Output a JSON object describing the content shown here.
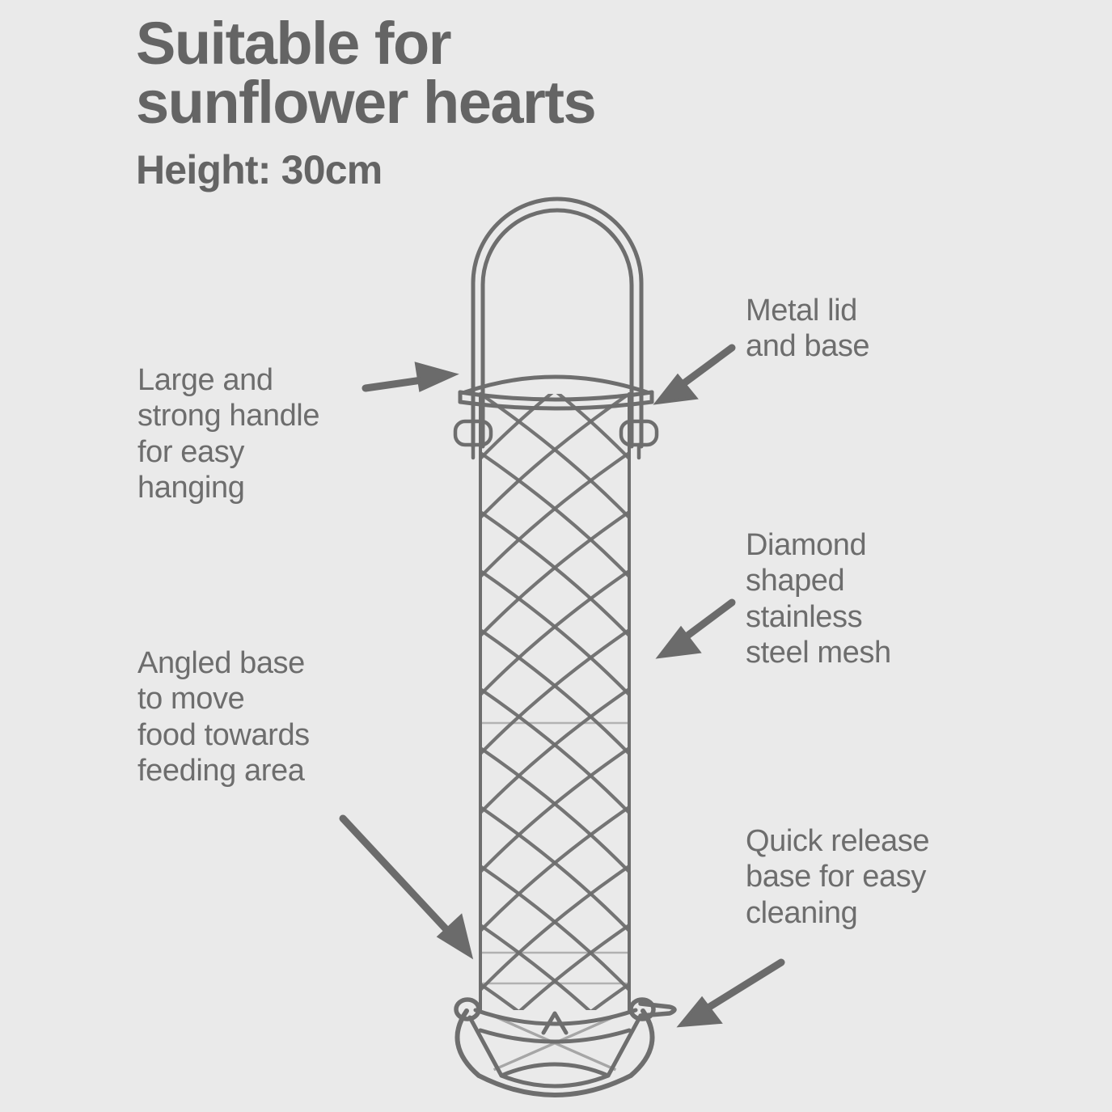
{
  "background_color": "#eaeaea",
  "text_color": "#646464",
  "line_color": "#6e6e6e",
  "arrow_color": "#6b6b6b",
  "heading": {
    "title": "Suitable for\nsunflower hearts",
    "subtitle": "Height: 30cm"
  },
  "callouts": [
    {
      "id": "handle",
      "text": "Large and\nstrong handle\nfor easy\nhanging",
      "side": "left",
      "points_to": "handle"
    },
    {
      "id": "angled-base",
      "text": "Angled base\nto move\nfood towards\nfeeding area",
      "side": "left",
      "points_to": "angled-base"
    },
    {
      "id": "metal-lid",
      "text": "Metal lid\nand base",
      "side": "right",
      "points_to": "lid"
    },
    {
      "id": "mesh",
      "text": "Diamond\nshaped\nstainless\nsteel mesh",
      "side": "right",
      "points_to": "mesh-cylinder"
    },
    {
      "id": "quick-release",
      "text": "Quick release\nbase for easy\ncleaning",
      "side": "right",
      "points_to": "base"
    }
  ],
  "product": {
    "name": "sunflower-heart-bird-feeder",
    "parts": [
      "handle",
      "metal-lid",
      "diamond-mesh-cylinder",
      "quick-release-base"
    ]
  }
}
